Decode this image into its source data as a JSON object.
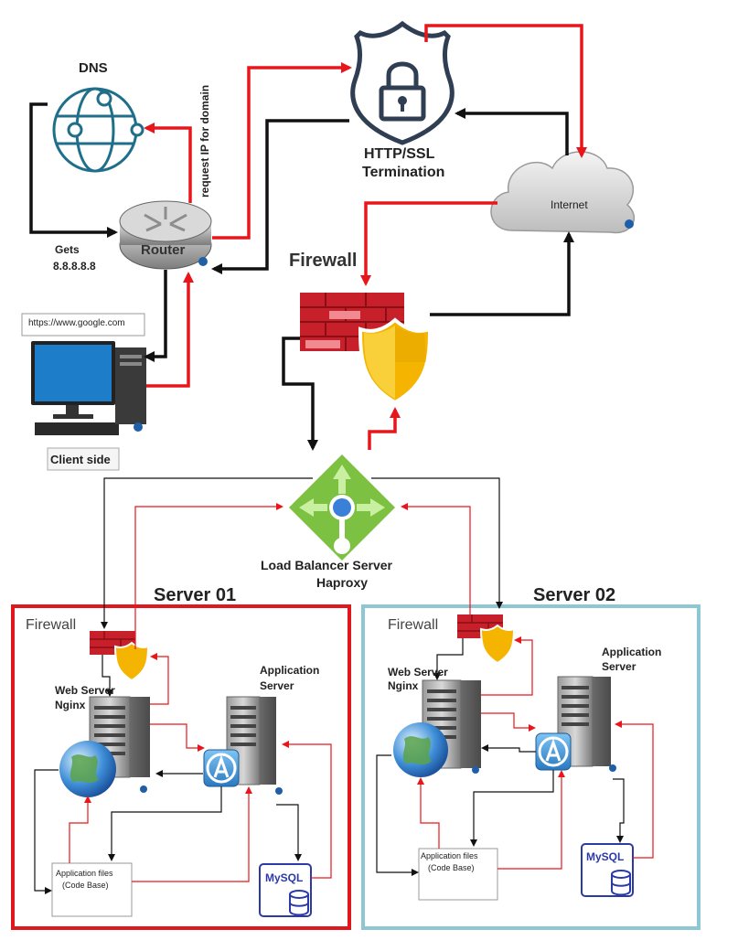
{
  "labels": {
    "dns": "DNS",
    "request_ip": "request IP for domain",
    "gets": "Gets",
    "gets_ip": "8.8.8.8.8",
    "router": "Router",
    "url": "https://www.google.com",
    "client_side": "Client side",
    "http_ssl": "HTTP/SSL",
    "termination": "Termination",
    "internet": "Internet",
    "firewall_main": "Firewall",
    "lb_line1": "Load Balancer Server",
    "lb_line2": "Haproxy",
    "server01": "Server 01",
    "server02": "Server 02"
  },
  "servers": [
    {
      "firewall": "Firewall",
      "web_server": "Web Server",
      "nginx": "Nginx",
      "app_server_1": "Application",
      "app_server_2": "Server",
      "code_base_1": "Application files",
      "code_base_2": "(Code Base)",
      "mysql": "MySQL"
    },
    {
      "firewall": "Firewall",
      "web_server": "Web Server",
      "nginx": "Nginx",
      "app_server_1": "Application",
      "app_server_2": "Server",
      "code_base_1": "Application files",
      "code_base_2": "(Code Base)",
      "mysql": "MySQL"
    }
  ],
  "icon_names": [
    "globe-icon",
    "router-icon",
    "monitor-icon",
    "shield-lock-icon",
    "cloud-icon",
    "firewall-icon",
    "load-balancer-icon",
    "server-rack-icon",
    "app-server-icon",
    "mysql-icon",
    "info-icon"
  ],
  "colors": {
    "request_arrow": "#e8161b",
    "response_arrow": "#111111",
    "server01_border": "#e0181e",
    "server02_border": "#8cc7d3",
    "firewall_brick": "#c8202a",
    "shield": "#f4b400",
    "load_balancer": "#7cc142",
    "dns_icon": "#1f6f8b"
  }
}
